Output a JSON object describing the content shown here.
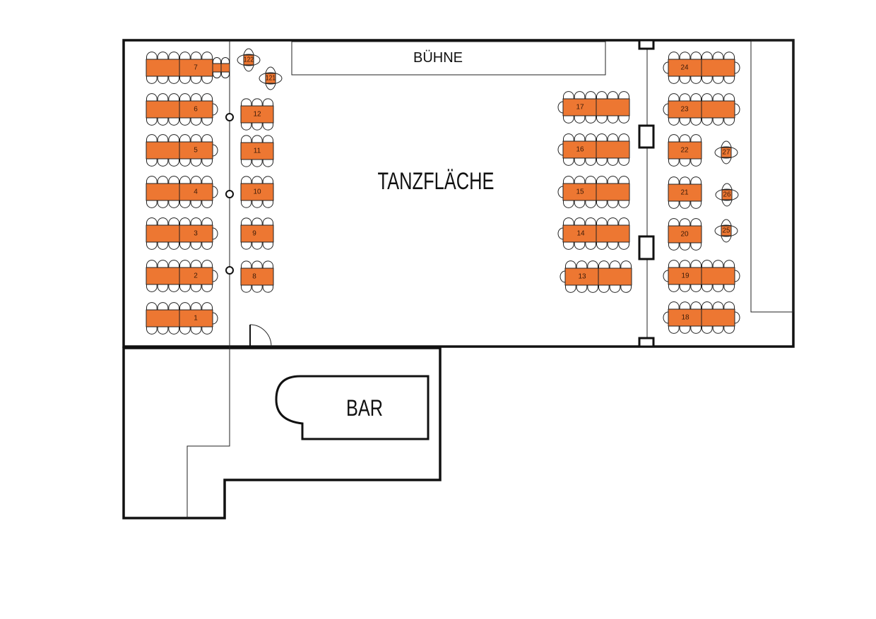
{
  "colors": {
    "table": "#ed7732",
    "wall": "#111111",
    "background": "#ffffff"
  },
  "rooms": {
    "stage": "BÜHNE",
    "dancefloor": "TANZFLÄCHE",
    "bar": "BAR"
  },
  "tables": {
    "t1": "1",
    "t2": "2",
    "t3": "3",
    "t4": "4",
    "t5": "5",
    "t6": "6",
    "t7": "7",
    "t8": "8",
    "t9": "9",
    "t10": "10",
    "t11": "11",
    "t12": "12",
    "t13": "13",
    "t14": "14",
    "t15": "15",
    "t16": "16",
    "t17": "17",
    "t18": "18",
    "t19": "19",
    "t20": "20",
    "t21": "21",
    "t22": "22",
    "t23": "23",
    "t24": "24",
    "t25": "25",
    "t26": "26",
    "t27": "27",
    "t121": "121",
    "t122": "122"
  }
}
